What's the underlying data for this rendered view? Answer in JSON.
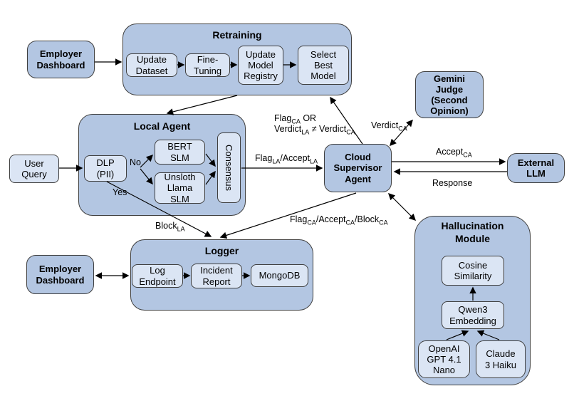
{
  "colors": {
    "container_fill": "#b3c6e2",
    "inner_node_fill": "#dbe5f4",
    "border": "#3f3f3f",
    "line": "#000000",
    "background": "#ffffff",
    "text": "#000000"
  },
  "nodes": {
    "employer_dashboard_top": "Employer\nDashboard",
    "user_query": "User\nQuery",
    "employer_dashboard_bottom": "Employer\nDashboard",
    "gemini_judge": "Gemini\nJudge\n(Second\nOpinion)",
    "cloud_supervisor_agent": "Cloud\nSupervisor\nAgent",
    "external_llm": "External\nLLM"
  },
  "containers": {
    "retraining": {
      "title": "Retraining",
      "items": {
        "update_dataset": "Update\nDataset",
        "fine_tuning": "Fine-\nTuning",
        "update_model_registry": "Update\nModel\nRegistry",
        "select_best_model": "Select\nBest\nModel"
      }
    },
    "local_agent": {
      "title": "Local Agent",
      "items": {
        "dlp_pii": "DLP\n(PII)",
        "bert_slm": "BERT\nSLM",
        "unsloth_llama_slm": "Unsloth\nLlama\nSLM",
        "consensus": "Consensus"
      }
    },
    "logger": {
      "title": "Logger",
      "items": {
        "log_endpoint": "Log\nEndpoint",
        "incident_report": "Incident\nReport",
        "mongodb": "MongoDB"
      }
    },
    "hallucination_module": {
      "title": "Hallucination\nModule",
      "items": {
        "cosine_similarity": "Cosine\nSimilarity",
        "qwen3_embedding": "Qwen3\nEmbedding",
        "openai_gpt41_nano": "OpenAI\nGPT 4.1\nNano",
        "claude_3_haiku": "Claude\n3 Haiku"
      }
    }
  },
  "edge_labels": {
    "flag_ca_or": "Flag_{CA} OR",
    "verdict_mismatch": "Verdict_{LA} ≠ Verdict_{CA}",
    "verdict_ca": "Verdict_{CA}",
    "flag_la_accept_la": "Flag_{LA}/Accept_{LA}",
    "accept_ca": "Accept_{CA}",
    "response": "Response",
    "flag_ca_accept_ca_block_ca": "Flag_{CA}/Accept_{CA}/Block_{CA}",
    "block_la": "Block_{LA}",
    "no": "No",
    "yes": "Yes"
  }
}
